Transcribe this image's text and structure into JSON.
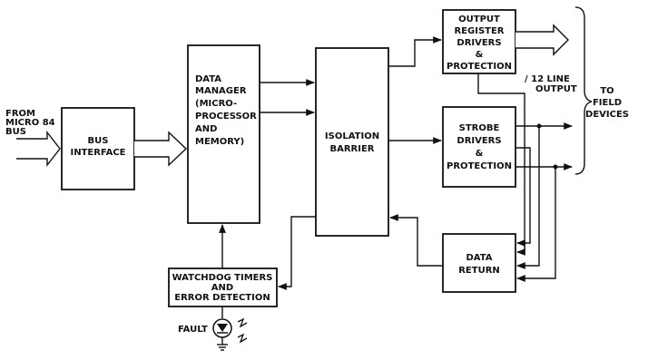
{
  "blocks": {
    "bus_interface": [
      "BUS",
      "INTERFACE"
    ],
    "data_manager": [
      "DATA",
      "MANAGER",
      "(MICRO-",
      "PROCESSOR",
      "AND",
      "MEMORY)"
    ],
    "isolation_barrier": [
      "ISOLATION",
      "BARRIER"
    ],
    "output_register": [
      "OUTPUT",
      "REGISTER",
      "DRIVERS",
      "&",
      "PROTECTION"
    ],
    "strobe_drivers": [
      "STROBE",
      "DRIVERS",
      "&",
      "PROTECTION"
    ],
    "data_return": [
      "DATA",
      "RETURN"
    ],
    "watchdog": [
      "WATCHDOG TIMERS",
      "AND",
      "ERROR DETECTION"
    ]
  },
  "labels": {
    "from_bus": [
      "FROM",
      "MICRO 84",
      "BUS"
    ],
    "line_output": [
      "/ 12 LINE",
      "OUTPUT"
    ],
    "to_field": [
      "TO",
      "FIELD",
      "DEVICES"
    ],
    "fault": "FAULT"
  }
}
